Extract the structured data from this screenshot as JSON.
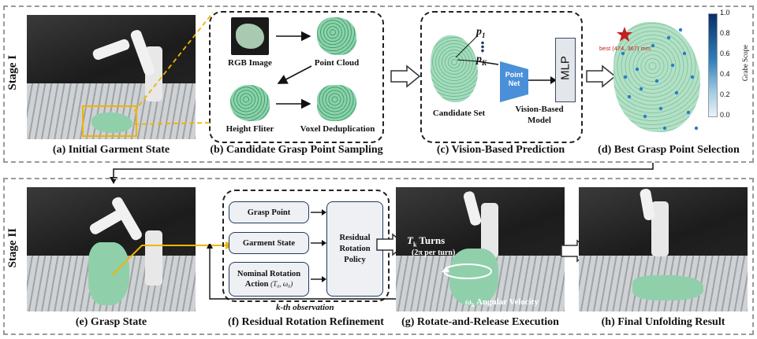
{
  "stage1": {
    "label": "Stage I",
    "captions": {
      "a": "(a) Initial Garment State",
      "b": "(b) Candidate Grasp Point Sampling",
      "c": "(c) Vision-Based Prediction",
      "d": "(d) Best Grasp Point Selection"
    },
    "sampling": {
      "rgb": "RGB Image",
      "point_cloud": "Point Cloud",
      "height_filter": "Height Fliter",
      "voxel": "Voxel Deduplication"
    },
    "prediction": {
      "p1": "p",
      "p1_sub": "1",
      "pk": "p",
      "pk_sub": "K",
      "candidate_set": "Candidate Set",
      "pointnet": "Point\nNet",
      "mlp": "MLP",
      "model_line1": "Vision-Based",
      "model_line2": "Model"
    },
    "best": {
      "annotation": "best (474, 367) mm",
      "colorbar_title": "Grabe Scope",
      "colorbar_ticks": [
        "1.0",
        "0.8",
        "0.6",
        "0.4",
        "0.2",
        "0.0"
      ]
    }
  },
  "stage2": {
    "label": "Stage II",
    "captions": {
      "e": "(e) Grasp State",
      "f": "(f) Residual Rotation Refinement",
      "g": "(g) Rotate-and-Release Execution",
      "h": "(h) Final Unfolding Result"
    },
    "refinement": {
      "grasp_point": "Grasp Point",
      "garment_state": "Garment State",
      "nominal_line1": "Nominal Rotation",
      "nominal_line2": "Action",
      "nominal_params": "(T₀, ω₀)",
      "policy_line1": "Residual",
      "policy_line2": "Rotation",
      "policy_line3": "Policy",
      "observation": "k-th observation"
    },
    "execution": {
      "turns_symbol": "T",
      "turns_sub": "k",
      "turns_label": " Turns",
      "per_turn": "(2π per turn)",
      "omega_symbol": "ω",
      "omega_sub": "k",
      "omega_label": " Angular Velocity"
    }
  },
  "colors": {
    "arrow_yellow": "#f0b400",
    "mlp_blue": "#3a7cc4",
    "star_red": "#c0201e",
    "point_blue": "#2b7cc8",
    "colorbar_top": "#08306b",
    "colorbar_bottom": "#eaf3fb"
  }
}
